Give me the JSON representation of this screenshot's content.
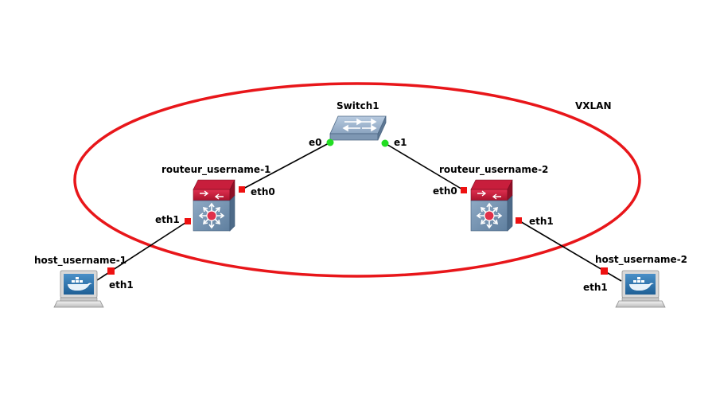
{
  "topology": {
    "zone_label": "VXLAN",
    "zone_color": "#e8161a",
    "link_color": "#000000",
    "port_up_color": "#22dd22",
    "port_down_color": "#ee1111"
  },
  "nodes": {
    "switch": {
      "name": "Switch1",
      "icon": "ethernet-switch-icon"
    },
    "router1": {
      "name": "routeur_username-1",
      "icon": "multilayer-switch-icon"
    },
    "router2": {
      "name": "routeur_username-2",
      "icon": "multilayer-switch-icon"
    },
    "host1": {
      "name": "host_username-1",
      "icon": "docker-host-computer-icon"
    },
    "host2": {
      "name": "host_username-2",
      "icon": "docker-host-computer-icon"
    }
  },
  "ports": {
    "switch_e0": "e0",
    "switch_e1": "e1",
    "router1_eth0": "eth0",
    "router1_eth1": "eth1",
    "router2_eth0": "eth0",
    "router2_eth1": "eth1",
    "host1_eth1": "eth1",
    "host2_eth1": "eth1"
  }
}
